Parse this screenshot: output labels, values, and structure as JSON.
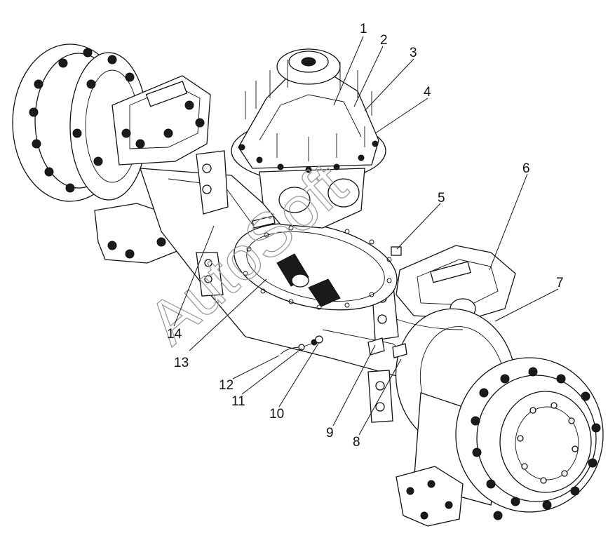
{
  "figure": {
    "watermark": "AutoSoft",
    "callouts": [
      "1",
      "2",
      "3",
      "4",
      "5",
      "6",
      "7",
      "8",
      "9",
      "10",
      "11",
      "12",
      "13",
      "14"
    ]
  }
}
